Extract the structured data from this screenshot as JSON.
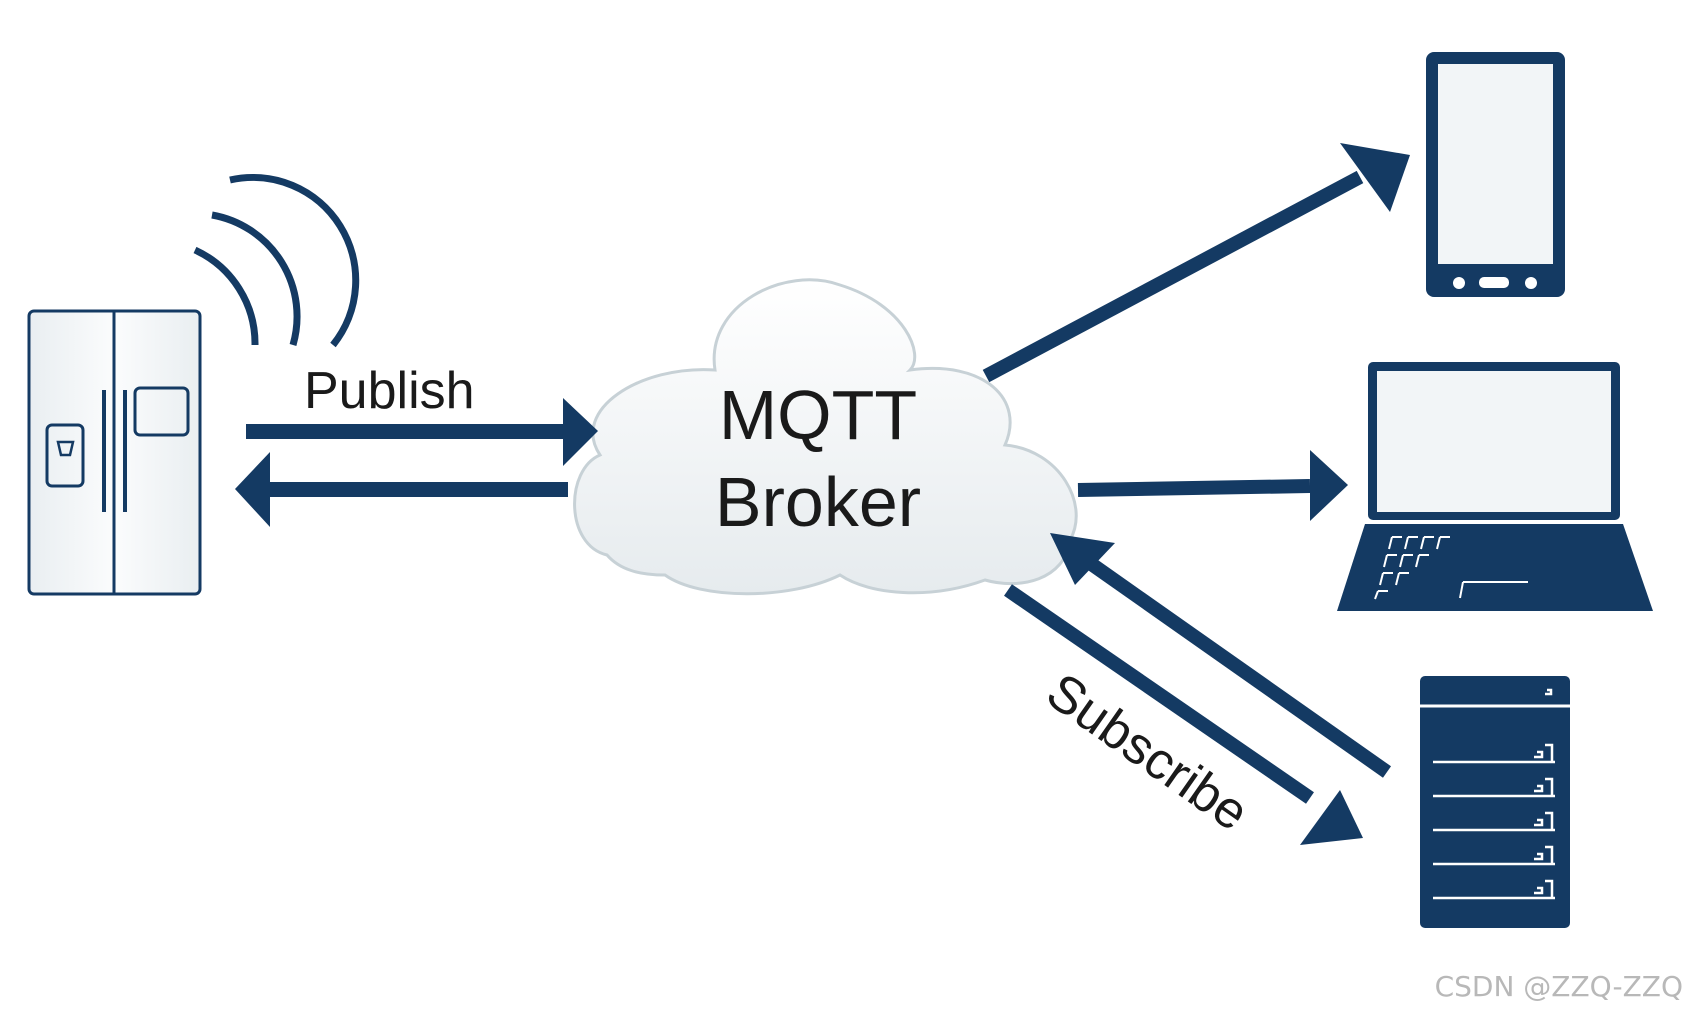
{
  "broker": {
    "line1": "MQTT",
    "line2": "Broker"
  },
  "labels": {
    "publish": "Publish",
    "subscribe": "Subscribe"
  },
  "watermark": "CSDN @ZZQ-ZZQ",
  "icons": {
    "publisher": "refrigerator-icon",
    "signal": "wireless-signal-icon",
    "broker": "cloud-icon",
    "subscriber_1": "smartphone-icon",
    "subscriber_2": "laptop-icon",
    "subscriber_3": "server-icon"
  },
  "colors": {
    "primary": "#143a63",
    "cloud_fill": "#eef2f4",
    "cloud_stroke": "#c7d1d6",
    "fridge_fill": "#f1f4f6",
    "text": "#1a1a1a",
    "watermark": "#b8b8b8"
  }
}
